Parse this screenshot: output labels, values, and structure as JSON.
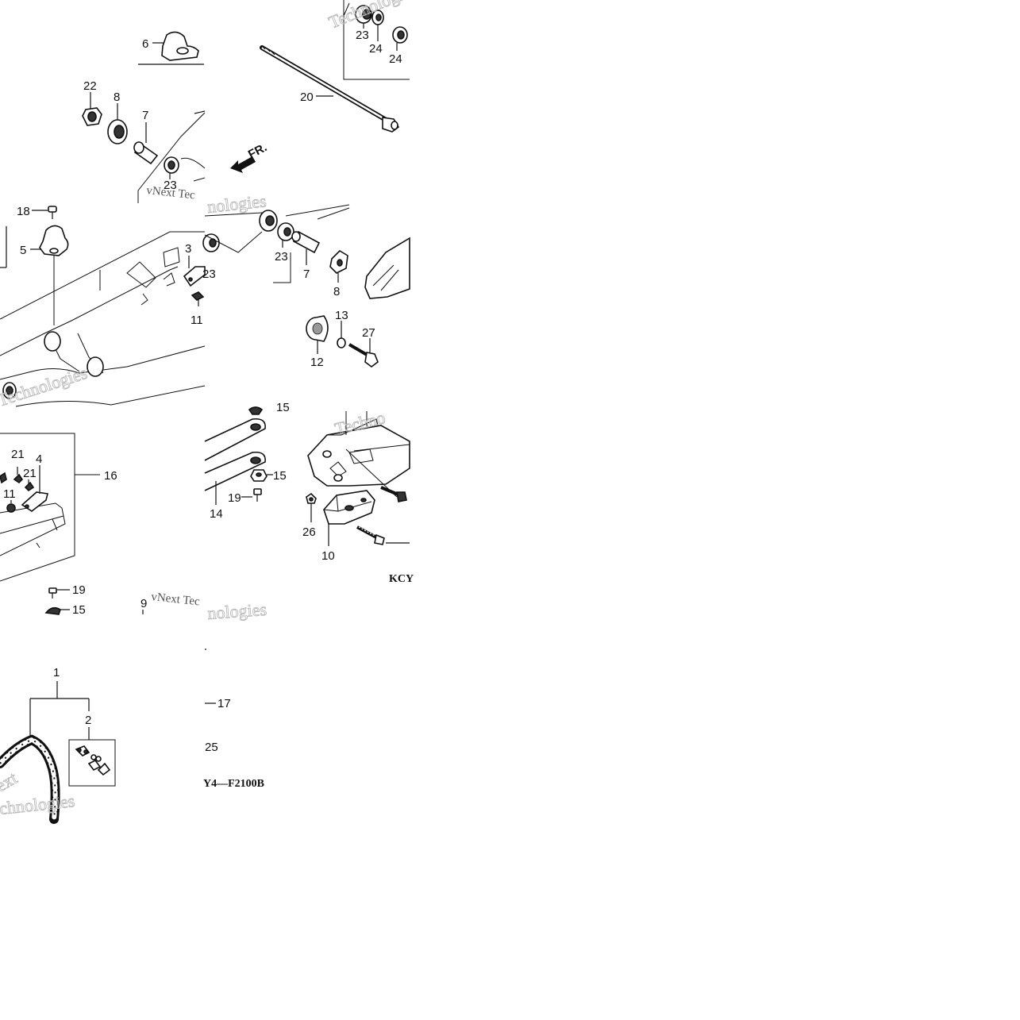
{
  "diagram": {
    "callouts": [
      {
        "id": "c1",
        "text": "1"
      },
      {
        "id": "c2",
        "text": "2"
      },
      {
        "id": "c3",
        "text": "3"
      },
      {
        "id": "c4",
        "text": "4"
      },
      {
        "id": "c5",
        "text": "5"
      },
      {
        "id": "c6",
        "text": "6"
      },
      {
        "id": "c7a",
        "text": "7"
      },
      {
        "id": "c7b",
        "text": "7"
      },
      {
        "id": "c8a",
        "text": "8"
      },
      {
        "id": "c8b",
        "text": "8"
      },
      {
        "id": "c9",
        "text": "9"
      },
      {
        "id": "c10",
        "text": "10"
      },
      {
        "id": "c11a",
        "text": "11"
      },
      {
        "id": "c11b",
        "text": "11"
      },
      {
        "id": "c12",
        "text": "12"
      },
      {
        "id": "c13",
        "text": "13"
      },
      {
        "id": "c14",
        "text": "14"
      },
      {
        "id": "c15a",
        "text": "15"
      },
      {
        "id": "c15b",
        "text": "15"
      },
      {
        "id": "c15c",
        "text": "15"
      },
      {
        "id": "c16",
        "text": "16"
      },
      {
        "id": "c17",
        "text": "17"
      },
      {
        "id": "c18",
        "text": "18"
      },
      {
        "id": "c19a",
        "text": "19"
      },
      {
        "id": "c19b",
        "text": "19"
      },
      {
        "id": "c20",
        "text": "20"
      },
      {
        "id": "c21a",
        "text": "21"
      },
      {
        "id": "c21b",
        "text": "21"
      },
      {
        "id": "c22",
        "text": "22"
      },
      {
        "id": "c23a",
        "text": "23"
      },
      {
        "id": "c23b",
        "text": "23"
      },
      {
        "id": "c23c",
        "text": "23"
      },
      {
        "id": "c23d",
        "text": "23"
      },
      {
        "id": "c24a",
        "text": "24"
      },
      {
        "id": "c24b",
        "text": "24"
      },
      {
        "id": "c25",
        "text": "25"
      },
      {
        "id": "c26",
        "text": "26"
      },
      {
        "id": "c27",
        "text": "27"
      }
    ],
    "direction_label": "FR.",
    "code_top": "KCY",
    "code_bottom": "Y4—F2100B",
    "watermarks": {
      "w1": "Technologies",
      "w2": "vNext Tec",
      "w3": "nologies",
      "w4": "Technologies",
      "w5": "Techno",
      "w6": "vNext Tec",
      "w7": "nologies",
      "w8": "ext",
      "w9": "chnologies"
    }
  }
}
